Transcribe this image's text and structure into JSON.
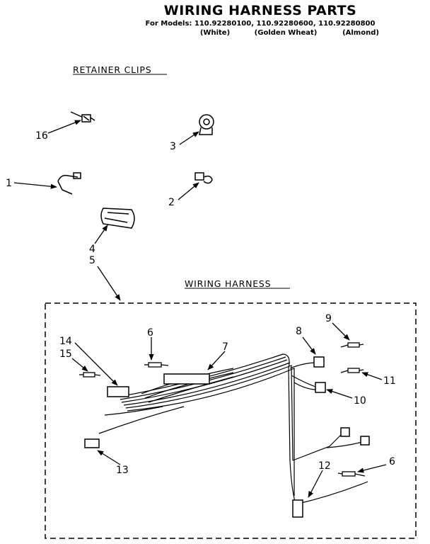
{
  "header": {
    "title": "WIRING HARNESS PARTS",
    "models_line": "For Models: 110.92280100, 110.92280600, 110.92280800",
    "color_white": "(White)",
    "color_golden": "(Golden Wheat)",
    "color_almond": "(Almond)"
  },
  "sections": {
    "retainer_clips": "RETAINER CLIPS",
    "wiring_harness": "WIRING HARNESS"
  },
  "callouts": {
    "c16": "16",
    "c3": "3",
    "c1": "1",
    "c2": "2",
    "c4": "4",
    "c5": "5",
    "c14": "14",
    "c15": "15",
    "c6a": "6",
    "c7": "7",
    "c8": "8",
    "c9": "9",
    "c11": "11",
    "c10": "10",
    "c13": "13",
    "c12": "12",
    "c6b": "6"
  },
  "colors": {
    "ink": "#000000",
    "paper": "#ffffff"
  }
}
